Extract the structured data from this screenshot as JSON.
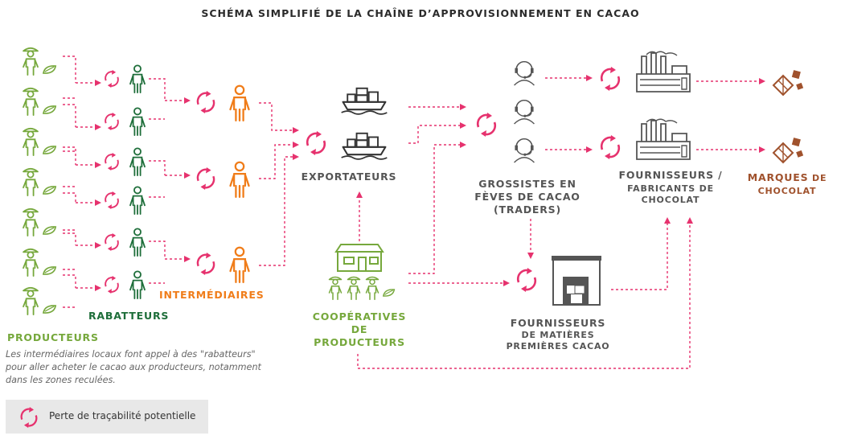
{
  "title": "SCHÉMA SIMPLIFIÉ DE LA CHAÎNE D’APPROVISIONNEMENT EN CACAO",
  "colors": {
    "producers": "#76a83c",
    "rabatteurs": "#1e6e3a",
    "intermediaires": "#f07d1a",
    "arrows": "#e6326e",
    "neutral": "#555555",
    "brands": "#a0522d"
  },
  "labels": {
    "producteurs": "PRODUCTEURS",
    "rabatteurs": "RABATTEURS",
    "intermediaires": "INTERMÉDIAIRES",
    "exportateurs": "EXPORTATEURS",
    "cooperatives": [
      "COOPÉRATIVES",
      "DE",
      "PRODUCTEURS"
    ],
    "grossistes": [
      "GROSSISTES EN",
      "FÈVES DE CACAO",
      "(TRADERS)"
    ],
    "fournisseurs_matieres": [
      "FOURNISSEURS",
      "DE MATIÈRES",
      "PREMIÈRES CACAO"
    ],
    "fabricants": [
      "FOURNISSEURS /",
      "FABRICANTS DE",
      "CHOCOLAT"
    ],
    "marques_a": "MARQUES",
    "marques_b": " DE",
    "marques_c": "CHOCOLAT"
  },
  "note": "Les intermédiaires locaux  font appel à des \"rabatteurs\" pour aller acheter le cacao aux producteurs, notamment dans les zones reculées.",
  "legend": {
    "icon": "cycle-arrows-icon",
    "text": "Perte de traçabilité potentielle"
  }
}
